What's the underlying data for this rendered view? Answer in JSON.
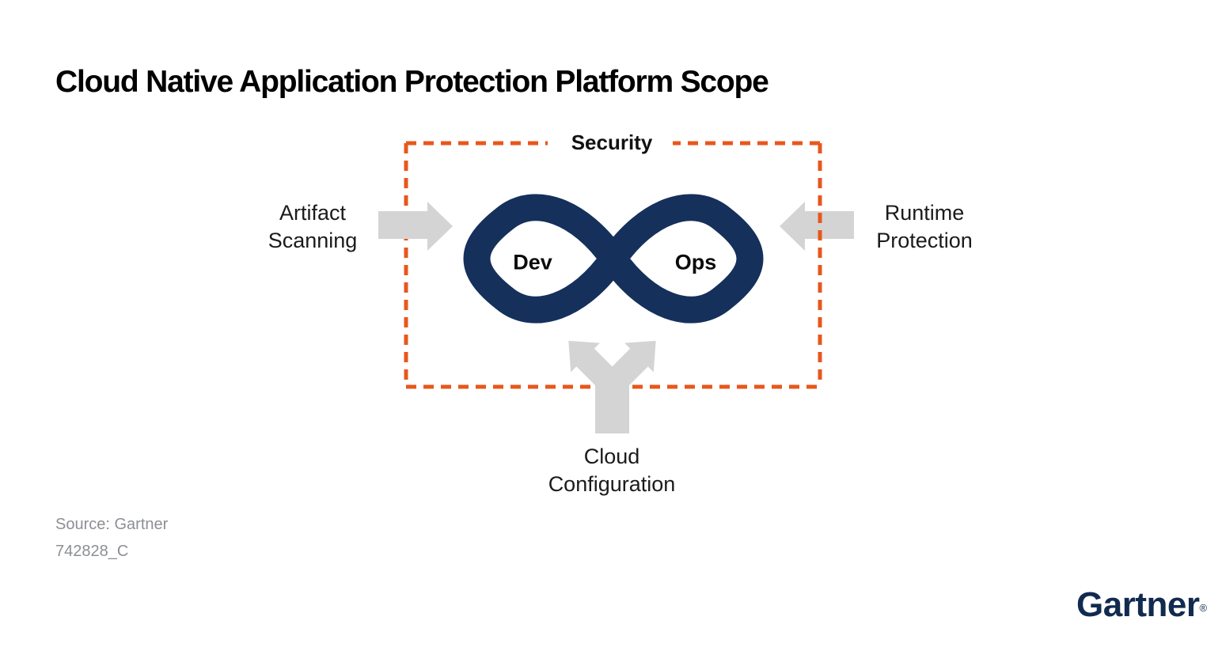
{
  "title": "Cloud Native Application Protection Platform Scope",
  "diagram": {
    "security_label": "Security",
    "loop": {
      "dev_label": "Dev",
      "ops_label": "Ops"
    },
    "left_callout": {
      "line1": "Artifact",
      "line2": "Scanning"
    },
    "right_callout": {
      "line1": "Runtime",
      "line2": "Protection"
    },
    "bottom_callout": {
      "line1": "Cloud",
      "line2": "Configuration"
    }
  },
  "footer": {
    "source": "Source: Gartner",
    "figure_id": "742828_C"
  },
  "brand": {
    "logo_text": "Gartner",
    "registered_mark": "®"
  },
  "colors": {
    "navy": "#15305b",
    "orange": "#e8571c",
    "arrow_gray": "#d4d4d4",
    "title_black": "#000000",
    "label_dark": "#1b1b1b",
    "source_gray": "#8c8f94",
    "logo_navy": "#112a50"
  }
}
